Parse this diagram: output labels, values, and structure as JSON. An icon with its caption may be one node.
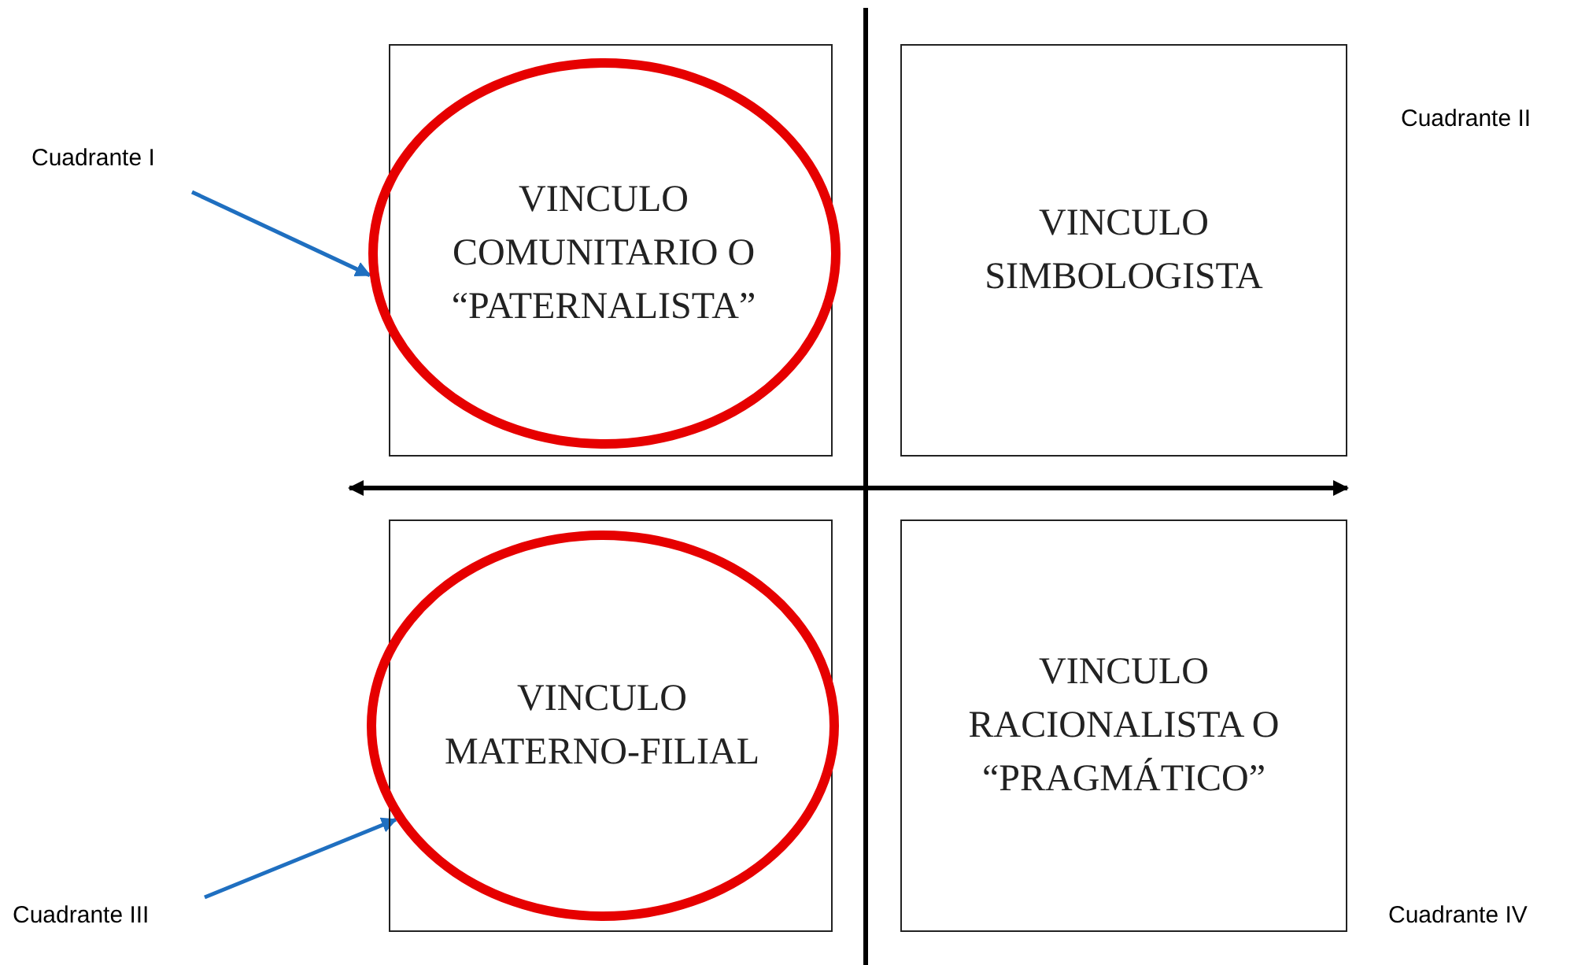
{
  "diagram": {
    "nodes": [
      {
        "text": [
          "Cuadrante I"
        ]
      },
      {
        "text": [],
        "shape": "box"
      },
      {
        "text": [
          "VINCULO COMUNITARIO O “PATERNALISTA”"
        ],
        "in": 1
      },
      {
        "text": [
          "VINCULO SIMBOLOGISTA"
        ]
      },
      {
        "text": [],
        "shape": "box"
      },
      {
        "text": [
          "VINCULO MATERNO-FILIAL"
        ],
        "in": 4
      },
      {
        "text": [
          "VINCULO RACIONALISTA O “PRAGMÁTICO”"
        ]
      },
      {
        "text": [
          "Cuadrante III"
        ]
      }
    ],
    "edges": [
      {
        "from": 0,
        "to": 2,
        "arrow": "to"
      },
      {
        "from": 7,
        "to": 5,
        "arrow": "to"
      }
    ],
    "labels": [
      "Cuadrante II",
      "Cuadrante IV"
    ]
  }
}
